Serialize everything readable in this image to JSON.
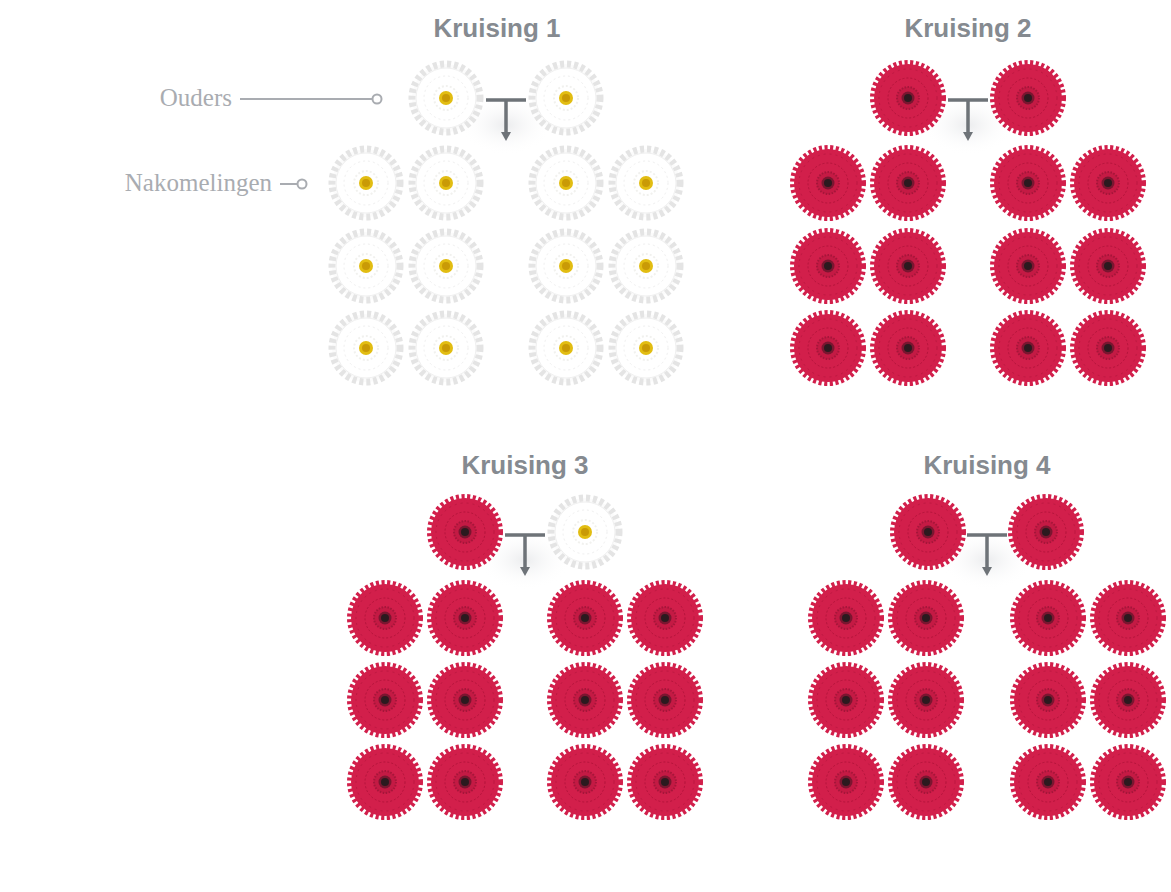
{
  "diagram": {
    "labels": [
      "Kruising 1",
      "Ouders",
      "Nakomelingen",
      "Kruising 2",
      "Kruising 3",
      "Kruising 4"
    ]
  }
}
